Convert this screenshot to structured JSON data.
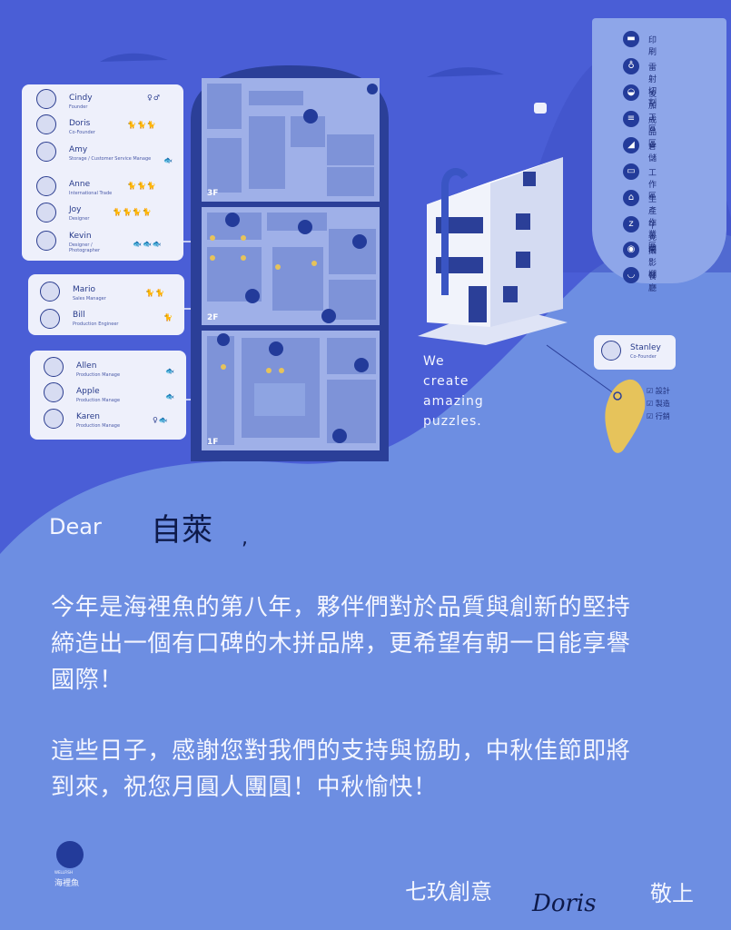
{
  "staff_cards": [
    {
      "people": [
        {
          "name": "Cindy",
          "role": "Founder",
          "badge": "♀♂"
        },
        {
          "name": "Doris",
          "role": "Co-Founder",
          "badge": "🐈🐈🐈"
        },
        {
          "name": "Amy",
          "role": "Storage / Customer Service Manage",
          "badge": "🐟"
        },
        {
          "name": "Anne",
          "role": "International Trade",
          "badge": "🐈🐈🐈"
        },
        {
          "name": "Joy",
          "role": "Designer",
          "badge": "🐈🐈🐈🐈"
        },
        {
          "name": "Kevin",
          "role": "Designer / Photographer",
          "badge": "🐟🐟🐟"
        }
      ]
    },
    {
      "people": [
        {
          "name": "Mario",
          "role": "Sales Manager",
          "badge": "🐈🐈"
        },
        {
          "name": "Bill",
          "role": "Production Engineer",
          "badge": "🐈"
        }
      ]
    },
    {
      "people": [
        {
          "name": "Allen",
          "role": "Production Manage",
          "badge": "🐟"
        },
        {
          "name": "Apple",
          "role": "Production Manage",
          "badge": "🐟"
        },
        {
          "name": "Karen",
          "role": "Production Manage",
          "badge": "♀🐟"
        }
      ]
    }
  ],
  "floors": [
    "3F",
    "2F",
    "1F"
  ],
  "tagline": [
    "We",
    "create",
    "amazing",
    "puzzles."
  ],
  "legend": [
    {
      "icon": "print-icon",
      "label": "印刷"
    },
    {
      "icon": "laser-cut-icon",
      "label": "雷射切割"
    },
    {
      "icon": "post-process-icon",
      "label": "後加工區"
    },
    {
      "icon": "finished-goods-icon",
      "label": "成品區"
    },
    {
      "icon": "warehouse-icon",
      "label": "倉儲"
    },
    {
      "icon": "workspace-icon",
      "label": "工作區"
    },
    {
      "icon": "production-icon",
      "label": "生產作業區"
    },
    {
      "icon": "nap-icon",
      "label": "午覺間"
    },
    {
      "icon": "camera-icon",
      "label": "攝影棚"
    },
    {
      "icon": "dining-icon",
      "label": "餐廳"
    }
  ],
  "stanley": {
    "name": "Stanley",
    "role": "Co-Founder",
    "tasks": [
      "☑ 設計",
      "☑ 製造",
      "☑ 行銷"
    ]
  },
  "letter": {
    "salutation": "Dear",
    "recipient": "自萊",
    "comma": ",",
    "para1_line1": "今年是海裡魚的第八年，夥伴們對於品質與創新的堅持",
    "para1_line2": "締造出一個有口碑的木拼品牌，更希望有朝一日能享譽",
    "para1_line3": "國際！",
    "para2_line1": "這些日子，感謝您對我們的支持與協助，中秋佳節即將",
    "para2_line2": "到來，祝您月圓人團圓！中秋愉快！",
    "sender": "七玖創意",
    "signature": "Doris",
    "closing": "敬上"
  },
  "logo": {
    "small_text": "WELLFISH",
    "name": "海裡魚"
  },
  "colors": {
    "card_top": "#4a5ed6",
    "card_bottom": "#6f8fe0",
    "legend_panel": "#8ea6e9",
    "floorplan": "#2b3f98",
    "note_text": "#f4f6ff",
    "taiwan": "#e6c35b"
  }
}
